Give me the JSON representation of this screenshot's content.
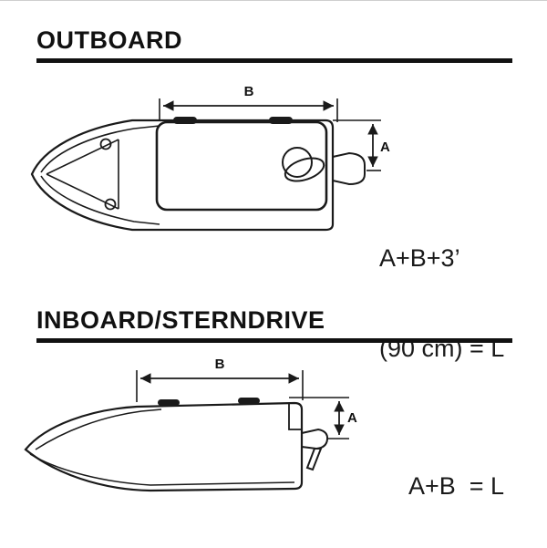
{
  "page": {
    "background": "#ffffff",
    "ink_color": "#1a1a1a"
  },
  "sections": {
    "outboard": {
      "title": "OUTBOARD",
      "dim_b": "B",
      "dim_a": "A",
      "formula_line1": "A+B+3’",
      "formula_line2": "(90 cm) = L"
    },
    "inboard": {
      "title": "INBOARD/STERNDRIVE",
      "dim_b": "B",
      "dim_a": "A",
      "formula": "A+B  = L"
    }
  }
}
